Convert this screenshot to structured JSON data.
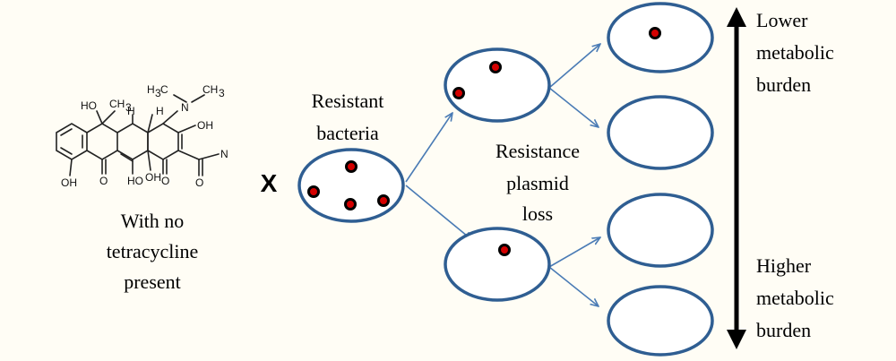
{
  "molecule": {
    "caption_lines": [
      "With no",
      "tetracycline",
      "present"
    ],
    "atom_labels": {
      "oh_top": "HO",
      "ch3_top": "CH",
      "ch3_sub": "3",
      "h_left": "H",
      "h_right": "H",
      "n_methyl_left": "H",
      "n_methyl_left_sub": "3",
      "n_methyl_left_c": "C",
      "n_methyl_right": "CH",
      "n_methyl_right_sub": "3",
      "n_center": "N",
      "oh_right": "OH",
      "amide_n": "N",
      "oh_bottom_left": "OH",
      "o_bottom_1": "O",
      "oh_bottom_mid": "HO",
      "oh_bottom_mid2": "OH",
      "o_bottom_2": "O",
      "o_amide": "O"
    }
  },
  "operator": "X",
  "resistant_label_lines": [
    "Resistant",
    "bacteria"
  ],
  "loss_label_lines": [
    "Resistance",
    "plasmid",
    "loss"
  ],
  "burden_top_lines": [
    "Lower",
    "metabolic",
    "burden"
  ],
  "burden_bottom_lines": [
    "Higher",
    "metabolic",
    "burden"
  ],
  "colors": {
    "cell_outline": "#2f5e92",
    "plasmid": "#d40000",
    "arrow": "#4a7bb5",
    "background": "#fffdf5"
  }
}
